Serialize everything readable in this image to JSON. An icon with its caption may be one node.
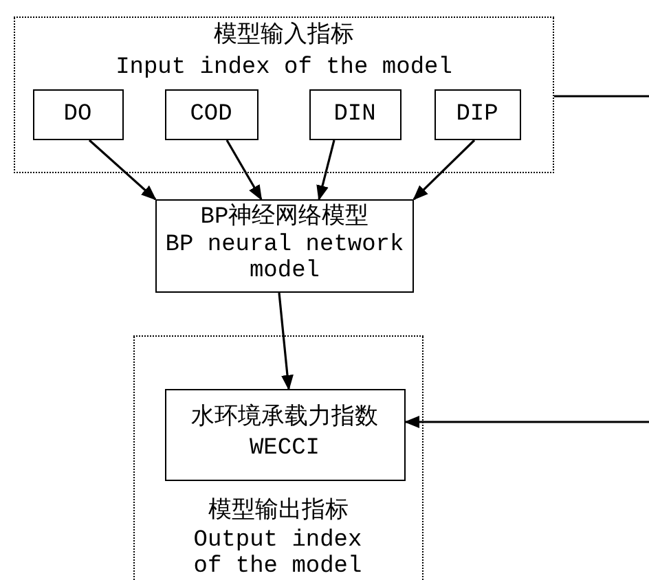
{
  "diagram": {
    "nodes": [
      {
        "text": [
          "模型输入指标",
          "Input index of the model"
        ]
      },
      {
        "text": [
          "DO"
        ],
        "in": 0
      },
      {
        "text": [
          "COD"
        ],
        "in": 0
      },
      {
        "text": [
          "DIN"
        ],
        "in": 0
      },
      {
        "text": [
          "DIP"
        ],
        "in": 0
      },
      {
        "text": [
          "BP神经网络模型",
          "BP neural network model"
        ]
      },
      {
        "text": [
          "模型输出指标",
          "Output index of the model"
        ]
      },
      {
        "text": [
          "水环境承载力指数",
          "WECCI"
        ],
        "in": 6
      }
    ],
    "edges": [
      {
        "from": 1,
        "to": 5,
        "arrow": "to"
      },
      {
        "from": 2,
        "to": 5,
        "arrow": "to"
      },
      {
        "from": 3,
        "to": 5,
        "arrow": "to"
      },
      {
        "from": 4,
        "to": 5,
        "arrow": "to"
      },
      {
        "from": 5,
        "to": 7,
        "arrow": "to"
      },
      {
        "from": 0,
        "to": null,
        "arrow": "none"
      },
      {
        "from": null,
        "to": 7,
        "arrow": "to"
      }
    ]
  }
}
